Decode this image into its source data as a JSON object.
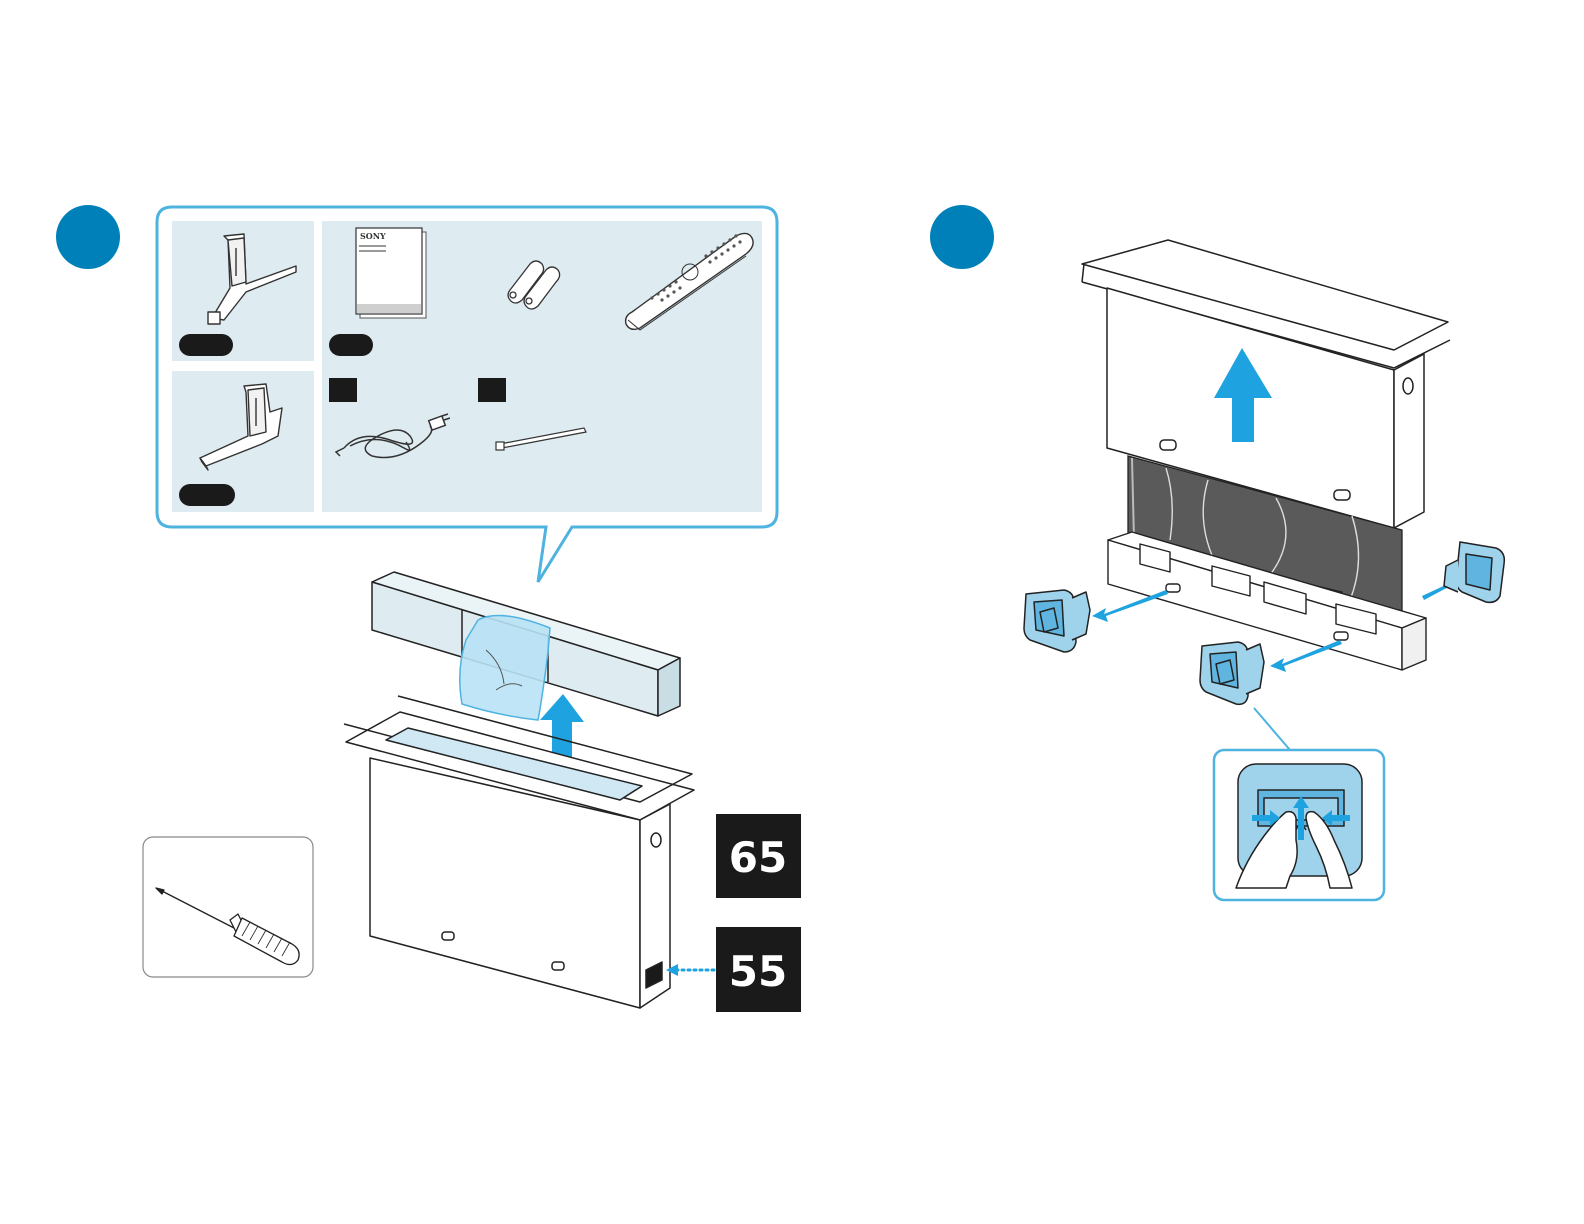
{
  "steps": [
    {
      "id": "step-1",
      "color": "#0080b8"
    },
    {
      "id": "step-2",
      "color": "#0080b8"
    }
  ],
  "brand_text": "SONY",
  "size_labels": {
    "large": "65",
    "small": "55"
  },
  "colors": {
    "accent": "#0080b8",
    "callout_border": "#4fb3e0",
    "panel_fill": "#deebf0",
    "arrow": "#1fa3e0",
    "label_dark": "#1a1a1a",
    "bag": "#b8e2f5",
    "clip": "#9fd3ec"
  },
  "icons": {
    "stand_a": "stand-leg-icon",
    "stand_b": "stand-leg-icon",
    "manual": "manual-booklet-icon",
    "batteries": "batteries-icon",
    "remote": "remote-control-icon",
    "power_cord": "power-cord-icon",
    "cable_tie": "cable-tie-icon",
    "screwdriver": "screwdriver-icon",
    "box": "tv-box-icon",
    "clip": "box-clip-icon",
    "hand": "hand-squeeze-icon"
  }
}
